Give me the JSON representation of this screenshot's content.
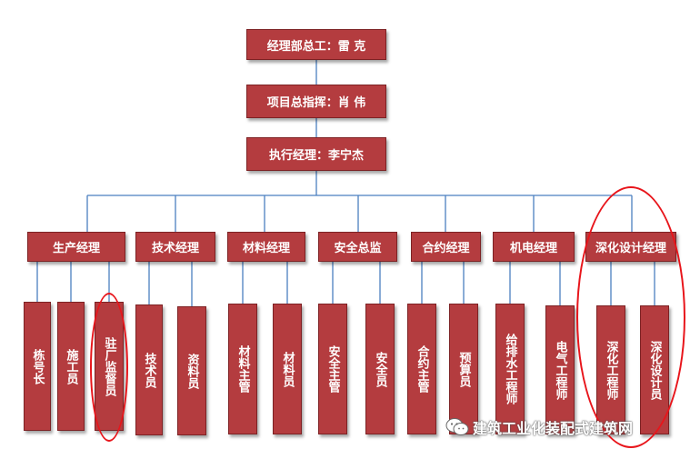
{
  "colors": {
    "box_fill": "#b43c3f",
    "connector": "#4a7fc0",
    "highlight": "#e8151b"
  },
  "chain": {
    "chief_engineer": "经理部总工：雷  克",
    "project_commander": "项目总指挥：肖  伟",
    "executive_manager": "执行经理：李宁杰"
  },
  "departments": [
    {
      "title": "生产经理",
      "staff": [
        "栋号长",
        "施工员",
        "驻厂监督员"
      ]
    },
    {
      "title": "技术经理",
      "staff": [
        "技术员",
        "资料员"
      ]
    },
    {
      "title": "材料经理",
      "staff": [
        "材料主管",
        "材料员"
      ]
    },
    {
      "title": "安全总监",
      "staff": [
        "安全主管",
        "安全员"
      ]
    },
    {
      "title": "合约经理",
      "staff": [
        "合约主管",
        "预算员"
      ]
    },
    {
      "title": "机电经理",
      "staff": [
        "给排水工程师",
        "电气工程师"
      ]
    },
    {
      "title": "深化设计经理",
      "staff": [
        "深化工程师",
        "深化设计员"
      ]
    }
  ],
  "watermark": {
    "icon": "wechat-icon",
    "text": "建筑工业化装配式建筑网"
  }
}
